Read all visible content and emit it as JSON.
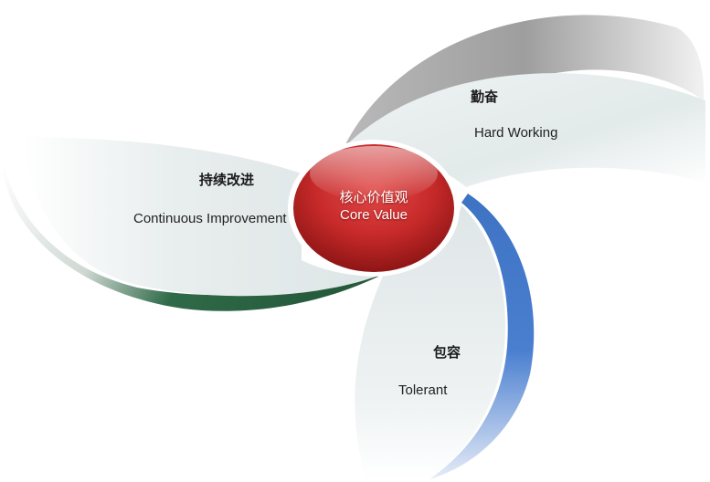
{
  "center": {
    "title_zh": "核心价值观",
    "title_en": "Core Value",
    "color": "#c0282a"
  },
  "petals": [
    {
      "title": "勤奋",
      "subtitle": "Hard Working",
      "accent": "#9a9a9a"
    },
    {
      "title": "持续改进",
      "subtitle": "Continuous Improvement",
      "accent": "#2f6a48"
    },
    {
      "title": "包容",
      "subtitle": "Tolerant",
      "accent": "#3e73c4"
    }
  ]
}
